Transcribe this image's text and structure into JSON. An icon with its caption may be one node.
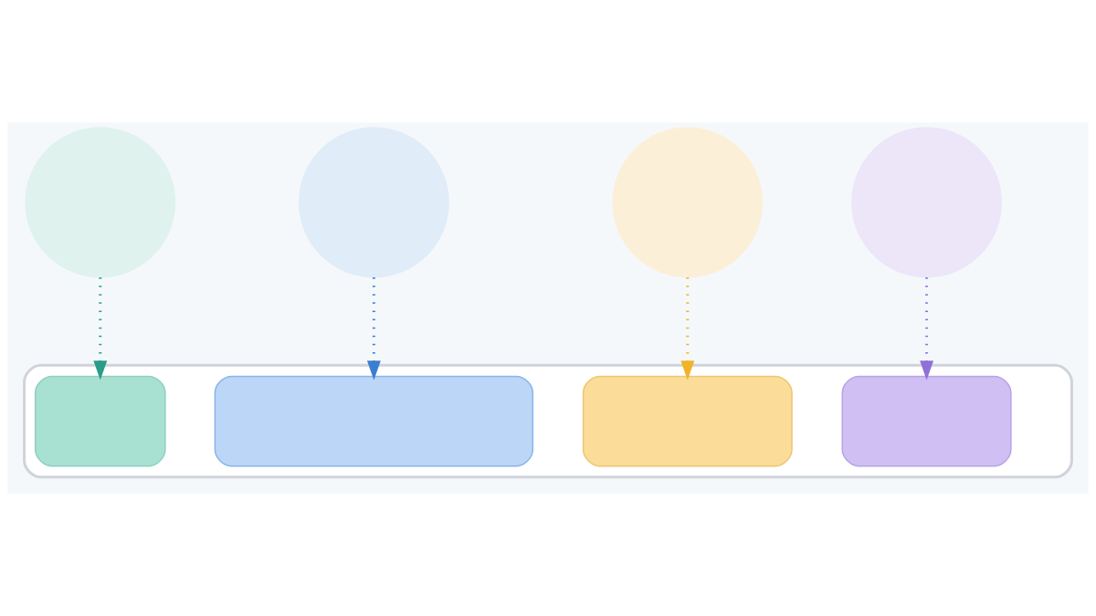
{
  "diagram": {
    "nodes": [
      {
        "text": [],
        "shape": "circle"
      },
      {
        "text": [],
        "shape": "circle"
      },
      {
        "text": [],
        "shape": "circle"
      },
      {
        "text": [],
        "shape": "circle"
      },
      {
        "text": [],
        "shape": "box"
      },
      {
        "text": [],
        "shape": "box",
        "in": 4
      },
      {
        "text": [],
        "shape": "box",
        "in": 4
      },
      {
        "text": [],
        "shape": "box",
        "in": 4
      },
      {
        "text": [],
        "shape": "box",
        "in": 4
      }
    ],
    "edges": [
      {
        "from": 0,
        "to": 5,
        "arrow": "to",
        "style": "dashed",
        "color": "#2a9d8a"
      },
      {
        "from": 1,
        "to": 6,
        "arrow": "to",
        "style": "dashed",
        "color": "#3b7fd0"
      },
      {
        "from": 2,
        "to": 7,
        "arrow": "to",
        "style": "dashed",
        "color": "#f0b429"
      },
      {
        "from": 3,
        "to": 8,
        "arrow": "to",
        "style": "dashed",
        "color": "#9070d8"
      }
    ]
  }
}
